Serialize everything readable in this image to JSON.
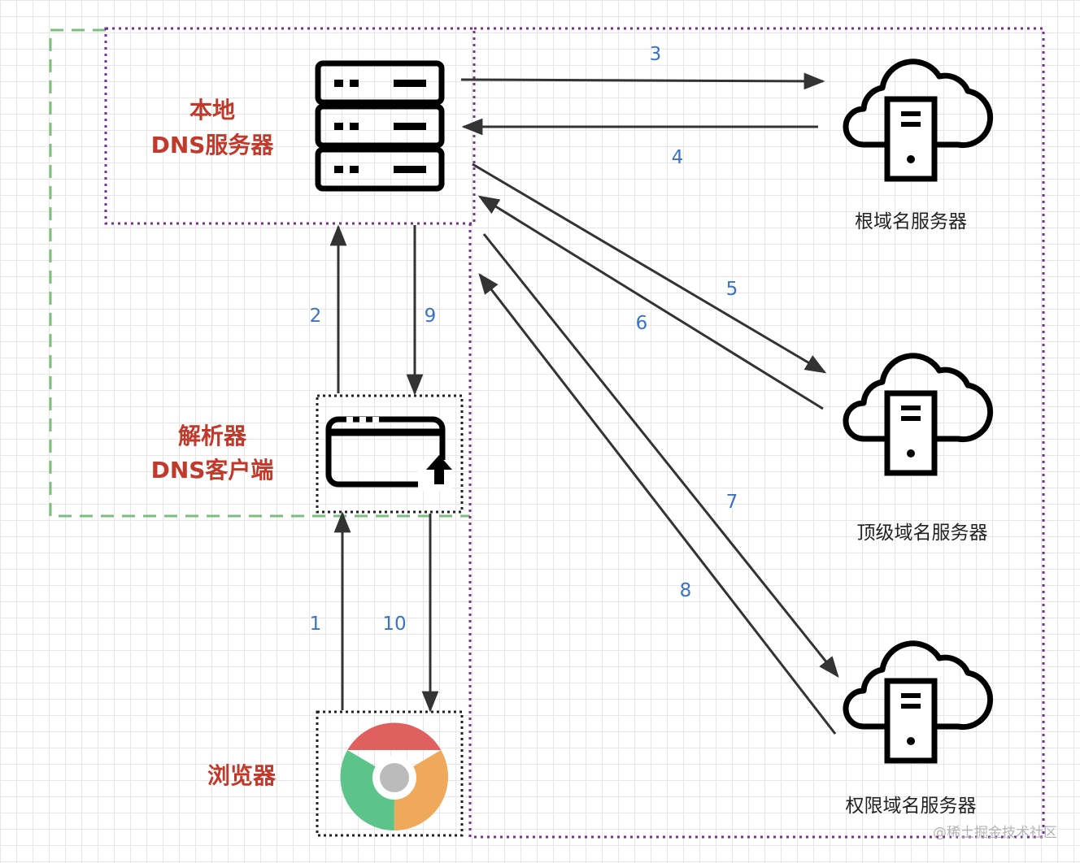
{
  "nodes": {
    "local_dns": {
      "line1": "本地",
      "line2": "DNS服务器"
    },
    "resolver": {
      "line1": "解析器",
      "line2": "DNS客户端"
    },
    "browser": {
      "label": "浏览器"
    },
    "root_server": {
      "label": "根域名服务器"
    },
    "tld_server": {
      "label": "顶级域名服务器"
    },
    "auth_server": {
      "label": "权限域名服务器"
    }
  },
  "steps": [
    "1",
    "2",
    "3",
    "4",
    "5",
    "6",
    "7",
    "8",
    "9",
    "10"
  ],
  "watermark": "@稀土掘金技术社区",
  "colors": {
    "red_label": "#c0392b",
    "step_number": "#3a72c4",
    "green_dashed": "#7cbf7c",
    "purple_dotted": "#7a2e96",
    "arrow": "#333333"
  }
}
